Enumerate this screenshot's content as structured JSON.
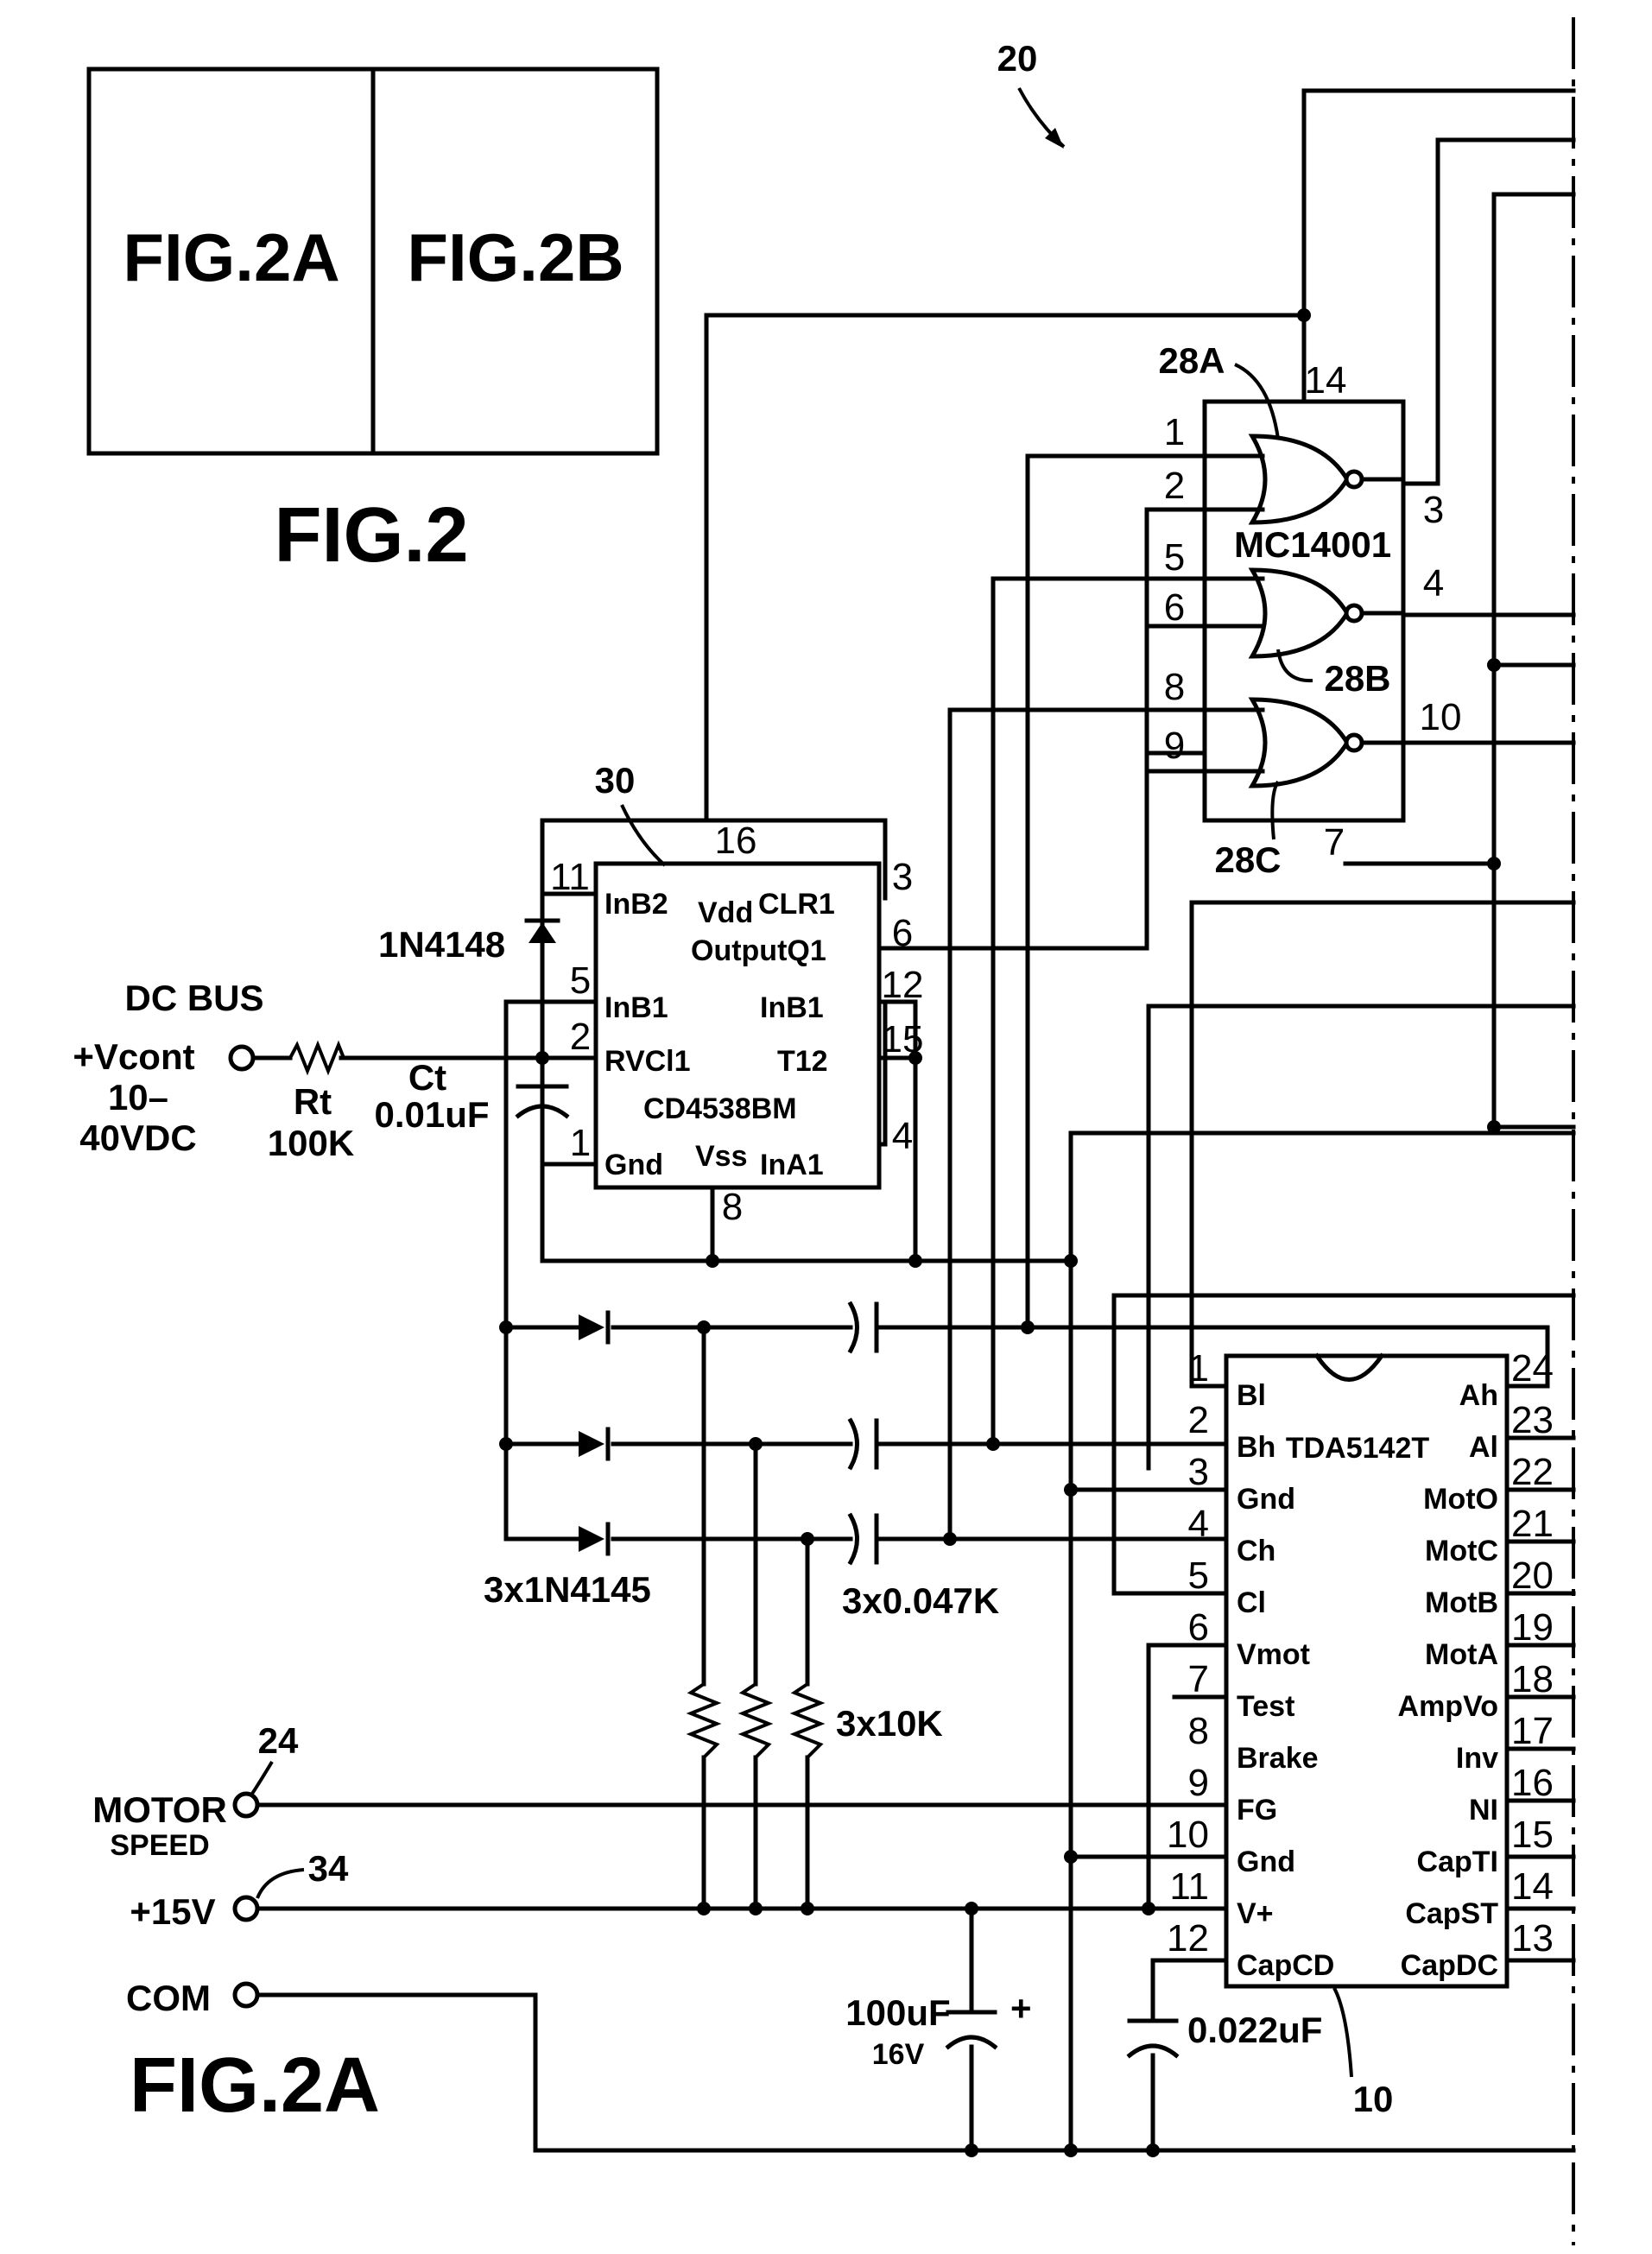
{
  "figure_index": {
    "cell_a": "FIG.2A",
    "cell_b": "FIG.2B",
    "caption": "FIG.2"
  },
  "ref_20": "20",
  "gate_chip": {
    "ref": "28A",
    "pin_14": "14",
    "pin_1": "1",
    "pin_2": "2",
    "pin_3": "3",
    "name": "MC14001",
    "pin_5": "5",
    "pin_6": "6",
    "pin_4": "4",
    "ref_b": "28B",
    "pin_8": "8",
    "pin_9": "9",
    "pin_10": "10",
    "ref_c": "28C",
    "pin_7": "7"
  },
  "timer_chip": {
    "ref": "30",
    "pin_16": "16",
    "pin_11": "11",
    "lbl_11": "InB2",
    "lbl_vdd": "Vdd",
    "lbl_clr": "CLR1",
    "pin_3": "3",
    "pin_6": "6",
    "lbl_6": "OutputQ1",
    "pin_5": "5",
    "lbl_5": "InB1",
    "lbl_12": "InB1",
    "pin_12": "12",
    "pin_2": "2",
    "lbl_2": "RVCl1",
    "lbl_15": "T12",
    "pin_15": "15",
    "name": "CD4538BM",
    "pin_1": "1",
    "lbl_1": "Gnd",
    "lbl_vss": "Vss",
    "lbl_4": "InA1",
    "pin_4": "4",
    "pin_8": "8"
  },
  "diode_1n4148": "1N4148",
  "dc_bus": {
    "line1": "DC BUS",
    "line2": "+Vcont",
    "line3": "10–",
    "line4": "40VDC"
  },
  "rt": {
    "name": "Rt",
    "value": "100K"
  },
  "ct": {
    "name": "Ct",
    "value": "0.01uF"
  },
  "diodes_label": "3x1N4145",
  "caps_label": "3x0.047K",
  "resistors_label": "3x10K",
  "motor_speed": {
    "ref": "24",
    "line1": "MOTOR",
    "line2": "SPEED"
  },
  "plus15": {
    "ref": "34",
    "label": "+15V"
  },
  "com": "COM",
  "cap_100": {
    "line1": "100uF",
    "line2": "16V",
    "polarity": "+"
  },
  "cap_022": "0.022uF",
  "driver_chip": {
    "ref": "10",
    "name": "TDA5142T",
    "left_pins": [
      {
        "num": "1",
        "name": "Bl"
      },
      {
        "num": "2",
        "name": "Bh"
      },
      {
        "num": "3",
        "name": "Gnd"
      },
      {
        "num": "4",
        "name": "Ch"
      },
      {
        "num": "5",
        "name": "Cl"
      },
      {
        "num": "6",
        "name": "Vmot"
      },
      {
        "num": "7",
        "name": "Test"
      },
      {
        "num": "8",
        "name": "Brake"
      },
      {
        "num": "9",
        "name": "FG"
      },
      {
        "num": "10",
        "name": "Gnd"
      },
      {
        "num": "11",
        "name": "V+"
      },
      {
        "num": "12",
        "name": "CapCD"
      }
    ],
    "right_pins": [
      {
        "num": "24",
        "name": "Ah"
      },
      {
        "num": "23",
        "name": "Al"
      },
      {
        "num": "22",
        "name": "MotO"
      },
      {
        "num": "21",
        "name": "MotC"
      },
      {
        "num": "20",
        "name": "MotB"
      },
      {
        "num": "19",
        "name": "MotA"
      },
      {
        "num": "18",
        "name": "AmpVo"
      },
      {
        "num": "17",
        "name": "Inv"
      },
      {
        "num": "16",
        "name": "NI"
      },
      {
        "num": "15",
        "name": "CapTI"
      },
      {
        "num": "14",
        "name": "CapST"
      },
      {
        "num": "13",
        "name": "CapDC"
      }
    ]
  },
  "figure_caption": "FIG.2A"
}
